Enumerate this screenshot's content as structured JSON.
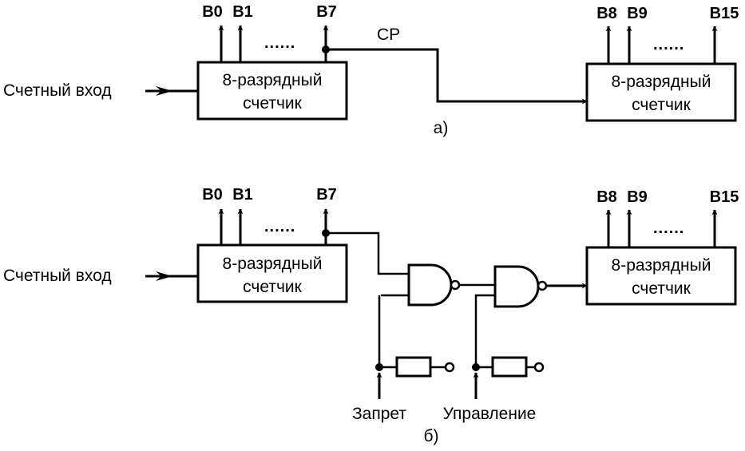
{
  "diagram_a": {
    "input_label": "Счетный вход",
    "counter1": {
      "line1": "8-разрядный",
      "line2": "счетчик",
      "bits": [
        "B0",
        "B1",
        "B7"
      ]
    },
    "carry_label": "CP",
    "counter2": {
      "line1": "8-разрядный",
      "line2": "счетчик",
      "bits": [
        "B8",
        "B9",
        "B15"
      ]
    },
    "dots": "......",
    "caption": "а)"
  },
  "diagram_b": {
    "input_label": "Счетный вход",
    "counter1": {
      "line1": "8-разрядный",
      "line2": "счетчик",
      "bits": [
        "B0",
        "B1",
        "B7"
      ]
    },
    "counter2": {
      "line1": "8-разрядный",
      "line2": "счетчик",
      "bits": [
        "B8",
        "B9",
        "B15"
      ]
    },
    "dots": "......",
    "inhibit_label": "Запрет",
    "control_label": "Управление",
    "caption": "б)"
  }
}
